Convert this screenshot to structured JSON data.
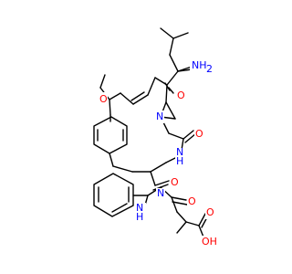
{
  "atoms": {
    "nh2": {
      "label": "NH",
      "sub": "2",
      "color": "#0000ff"
    },
    "o_ether": {
      "label": "O",
      "color": "#ff0000"
    },
    "n_ring": {
      "label": "N",
      "color": "#0000ff"
    },
    "o_ketone": {
      "label": "O",
      "color": "#ff0000"
    },
    "o_amide1": {
      "label": "O",
      "color": "#ff0000"
    },
    "n_amide1": {
      "label": "N",
      "color": "#0000ff"
    },
    "h_amide1": {
      "label": "H",
      "color": "#0000ff"
    },
    "o_amide2": {
      "label": "O",
      "color": "#ff0000"
    },
    "o_amide3": {
      "label": "O",
      "color": "#ff0000"
    },
    "n_amide2": {
      "label": "N",
      "color": "#0000ff"
    },
    "h_amide2": {
      "label": "H",
      "color": "#0000ff"
    },
    "n_amide3": {
      "label": "N",
      "color": "#0000ff"
    },
    "o_acid": {
      "label": "O",
      "color": "#ff0000"
    },
    "oh_acid": {
      "label": "OH",
      "color": "#ff0000"
    }
  }
}
